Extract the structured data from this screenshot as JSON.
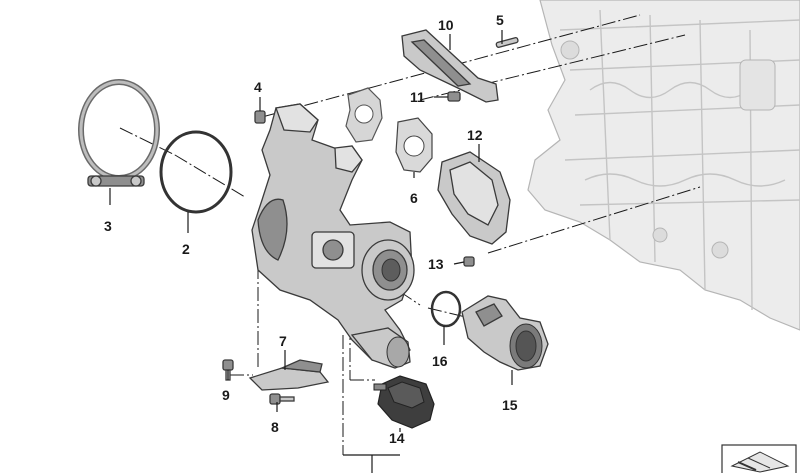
{
  "callouts": {
    "c2": "2",
    "c3": "3",
    "c4": "4",
    "c5": "5",
    "c6": "6",
    "c7": "7",
    "c8": "8",
    "c9": "9",
    "c10": "10",
    "c11": "11",
    "c12": "12",
    "c13": "13",
    "c14": "14",
    "c15": "15",
    "c16": "16"
  },
  "icons": {
    "corner": "parts-diagram-symbol-icon"
  }
}
